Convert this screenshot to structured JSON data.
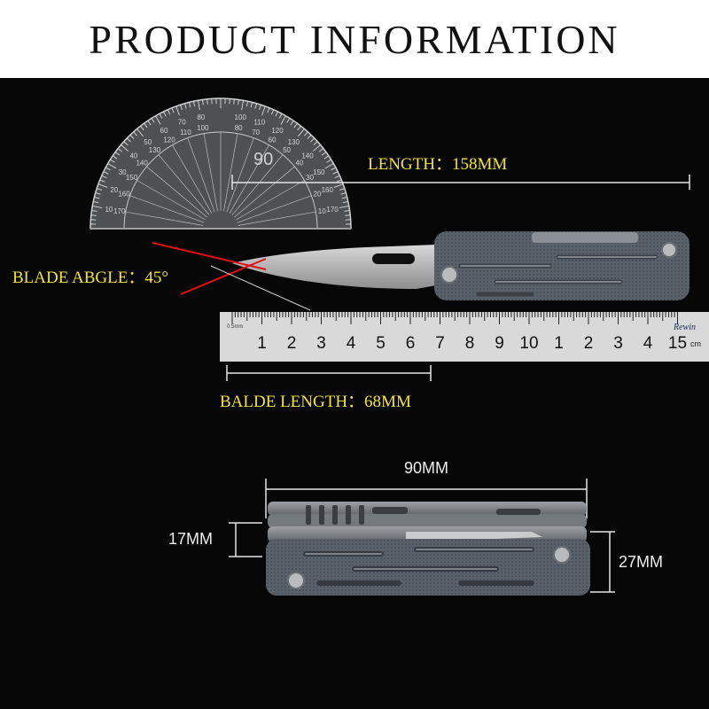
{
  "header": {
    "title": "PRODUCT INFORMATION"
  },
  "labels": {
    "length": "LENGTH：158MM",
    "blade_angle": "BLADE ABGLE：45°",
    "blade_length": "BALDE LENGTH：68MM",
    "closed_length": "90MM",
    "thickness": "17MM",
    "closed_width": "27MM"
  },
  "protractor": {
    "big_mark": "90",
    "outer_ticks": [
      "10",
      "20",
      "30",
      "40",
      "50",
      "60",
      "70",
      "80",
      "90",
      "100",
      "110",
      "120",
      "130",
      "140",
      "150",
      "160",
      "170"
    ],
    "inner_ticks": [
      "170",
      "160",
      "150",
      "140",
      "130",
      "120",
      "110",
      "100",
      "80",
      "70",
      "60",
      "50",
      "40",
      "30",
      "20",
      "10"
    ]
  },
  "ruler": {
    "brand": "Rewin",
    "unit": "cm",
    "numbers": [
      "1",
      "2",
      "3",
      "4",
      "5",
      "6",
      "7",
      "8",
      "9",
      "10",
      "1",
      "2",
      "3",
      "4",
      "15"
    ]
  },
  "colors": {
    "label_yellow": "#f4e33a",
    "angle_red": "#e01010",
    "background": "#070707"
  }
}
